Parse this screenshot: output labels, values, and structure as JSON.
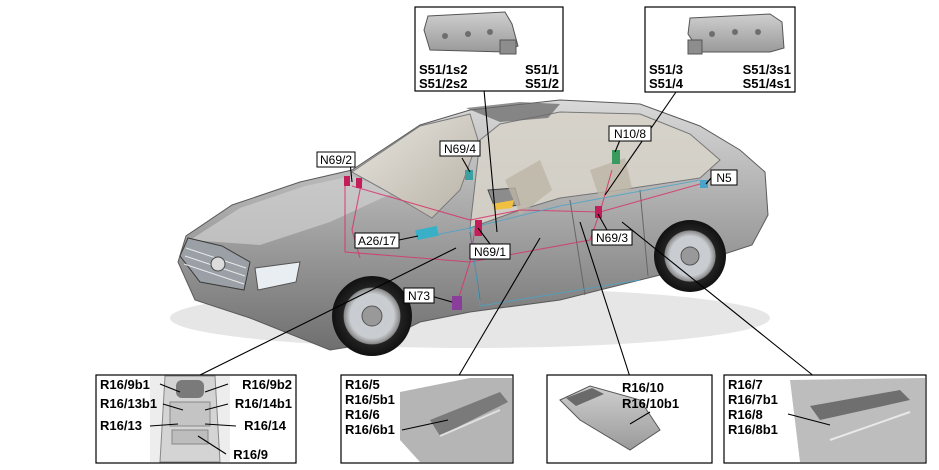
{
  "callouts": {
    "n69_2": "N69/2",
    "n69_4": "N69/4",
    "n10_8": "N10/8",
    "n5": "N5",
    "n69_3": "N69/3",
    "a26_17": "A26/17",
    "n69_1": "N69/1",
    "n73": "N73"
  },
  "top_left_panel": {
    "left": [
      "S51/1s2",
      "S51/2s2"
    ],
    "right": [
      "S51/1",
      "S51/2"
    ]
  },
  "top_right_panel": {
    "left": [
      "S51/3",
      "S51/4"
    ],
    "right": [
      "S51/3s1",
      "S51/4s1"
    ]
  },
  "bottom_panel_1": {
    "left": [
      "R16/9b1",
      "R16/13b1",
      "R16/13"
    ],
    "right": [
      "R16/9b2",
      "R16/14b1",
      "R16/14"
    ],
    "bottom": "R16/9"
  },
  "bottom_panel_2": {
    "labels": [
      "R16/5",
      "R16/5b1",
      "R16/6",
      "R16/6b1"
    ]
  },
  "bottom_panel_3": {
    "labels": [
      "R16/10",
      "R16/10b1"
    ]
  },
  "bottom_panel_4": {
    "labels": [
      "R16/7",
      "R16/7b1",
      "R16/8",
      "R16/8b1"
    ]
  }
}
